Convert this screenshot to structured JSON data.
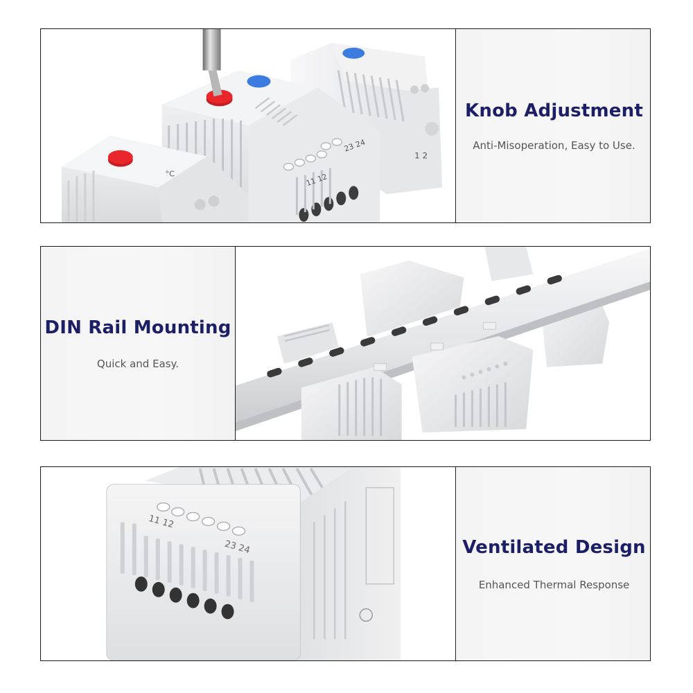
{
  "features": [
    {
      "title": "Knob Adjustment",
      "subtitle": "Anti-Misoperation, Easy to Use.",
      "image": "thermostat-knob-photo"
    },
    {
      "title": "DIN Rail Mounting",
      "subtitle": "Quick and Easy.",
      "image": "din-rail-photo"
    },
    {
      "title": "Ventilated Design",
      "subtitle": "Enhanced Thermal Response",
      "image": "ventilated-housing-photo"
    }
  ],
  "photo_labels": {
    "terminal_left": "11 12",
    "terminal_right": "23 24",
    "terminal_side": "1  2",
    "celsius": "°C"
  },
  "colors": {
    "title": "#1d1f66",
    "subtitle": "#555555",
    "border": "#1a1a1a",
    "knob_red": "#e8262b",
    "knob_blue": "#3c7be0",
    "housing": "#eeeff0"
  }
}
